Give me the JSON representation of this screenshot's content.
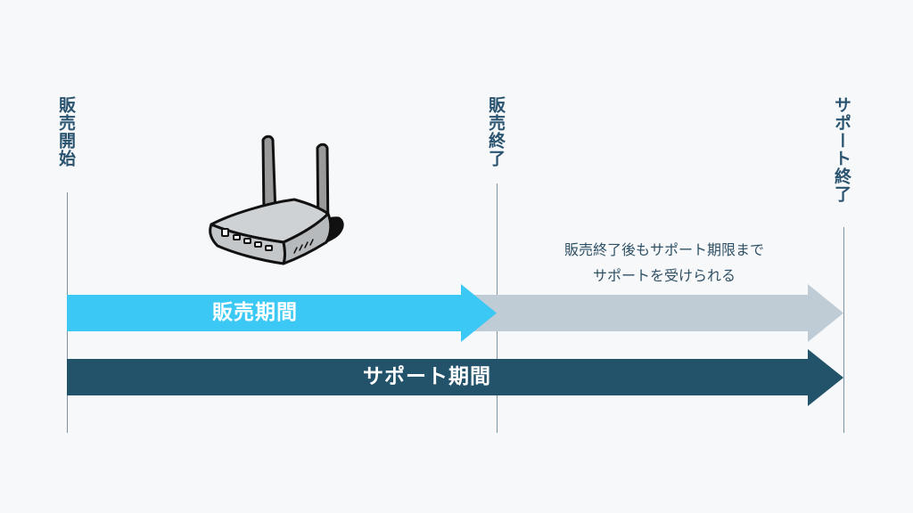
{
  "milestones": {
    "sales_start": "販売開始",
    "sales_end": "販売終了",
    "support_end": "サポート終了"
  },
  "periods": {
    "sales": "販売期間",
    "support": "サポート期間"
  },
  "note": {
    "line1": "販売終了後もサポート期限まで",
    "line2": "サポートを受けられる"
  },
  "illustration": "wifi-router-icon",
  "colors": {
    "sales_arrow": "#3bc8f4",
    "extended_support_arrow": "#bfccd5",
    "support_arrow": "#23536b",
    "label_text": "#2a5370",
    "background": "#f7f8f9"
  }
}
